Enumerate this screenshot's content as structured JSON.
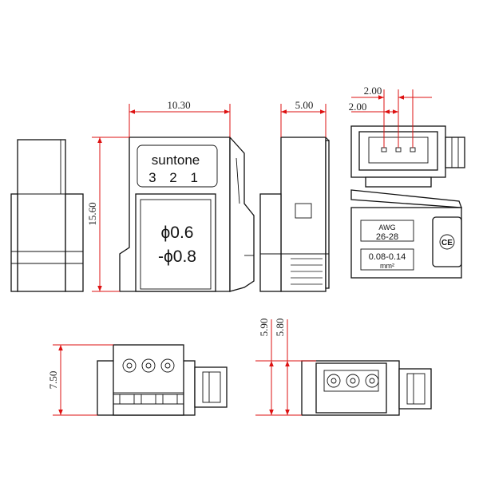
{
  "dimensions": {
    "width_front": "10.30",
    "height_front": "15.60",
    "width_side": "5.00",
    "pitch_top": "2.00",
    "pitch_bottom": "2.00",
    "height_bottom_left": "7.50",
    "height_bottom_a": "5.90",
    "height_bottom_b": "5.80"
  },
  "front_label": {
    "brand": "suntone",
    "pins": "3 2 1",
    "range_line1": "ϕ0.6",
    "range_line2": "-ϕ0.8"
  },
  "side_label": {
    "awg_title": "AWG",
    "awg_range": "26-28",
    "mm_range": "0.08-0.14",
    "mm_unit": "mm²",
    "ce_mark": "CE"
  },
  "colors": {
    "dimension": "#dd1111",
    "outline": "#111111"
  }
}
